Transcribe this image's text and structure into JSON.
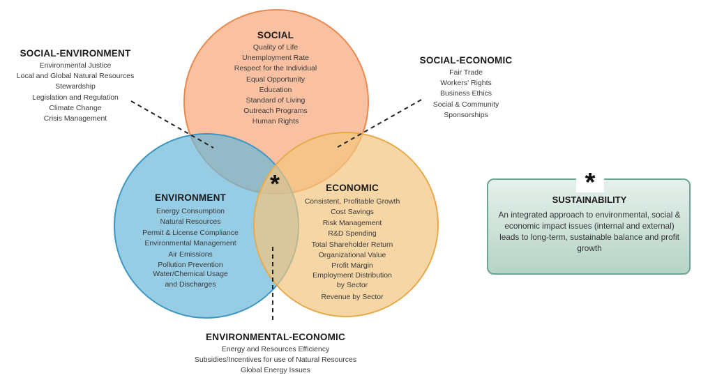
{
  "colors": {
    "social": "#f6a77a",
    "environment": "#6ab6d8",
    "economic": "#f3c47f",
    "circle_outline_social": "#e9894f",
    "circle_outline_environment": "#3b97c2",
    "circle_outline_economic": "#e8a94a",
    "sustainability_border": "#6aa893"
  },
  "social": {
    "title": "SOCIAL",
    "items": [
      "Quality of Life",
      "Unemployment Rate",
      "Respect for the Individual",
      "Equal Opportunity",
      "Education",
      "Standard of Living",
      "Outreach Programs",
      "Human Rights"
    ]
  },
  "environment": {
    "title": "ENVIRONMENT",
    "items": [
      "Energy Consumption",
      "Natural Resources",
      "Permit & License Compliance",
      "Environmental Management",
      "Air Emissions",
      "Pollution Prevention",
      "Water/Chemical Usage",
      "and Discharges"
    ]
  },
  "economic": {
    "title": "ECONOMIC",
    "items": [
      "Consistent, Profitable Growth",
      "Cost Savings",
      "Risk Management",
      "R&D Spending",
      "Total Shareholder Return",
      "Organizational Value",
      "Profit Margin",
      "Employment Distribution",
      "by Sector",
      "Revenue by Sector"
    ]
  },
  "social_environment": {
    "title": "SOCIAL-ENVIRONMENT",
    "items": [
      "Environmental Justice",
      "Local and Global Natural Resources",
      "Stewardship",
      "Legislation and Regulation",
      "Climate Change",
      "Crisis Management"
    ]
  },
  "social_economic": {
    "title": "SOCIAL-ECONOMIC",
    "items": [
      "Fair Trade",
      "Workers' Rights",
      "Business Ethics",
      "Social & Community",
      "Sponsorships"
    ]
  },
  "environmental_economic": {
    "title": "ENVIRONMENTAL-ECONOMIC",
    "items": [
      "Energy and Resources Efficiency",
      "Subsidies/Incentives for use of Natural Resources",
      "Global Energy Issues"
    ]
  },
  "center_marker": "*",
  "sustainability": {
    "marker": "*",
    "title": "SUSTAINABILITY",
    "text": "An integrated approach to environmental, social & economic impact issues (internal and external) leads to long-term, sustainable balance and profit growth"
  }
}
